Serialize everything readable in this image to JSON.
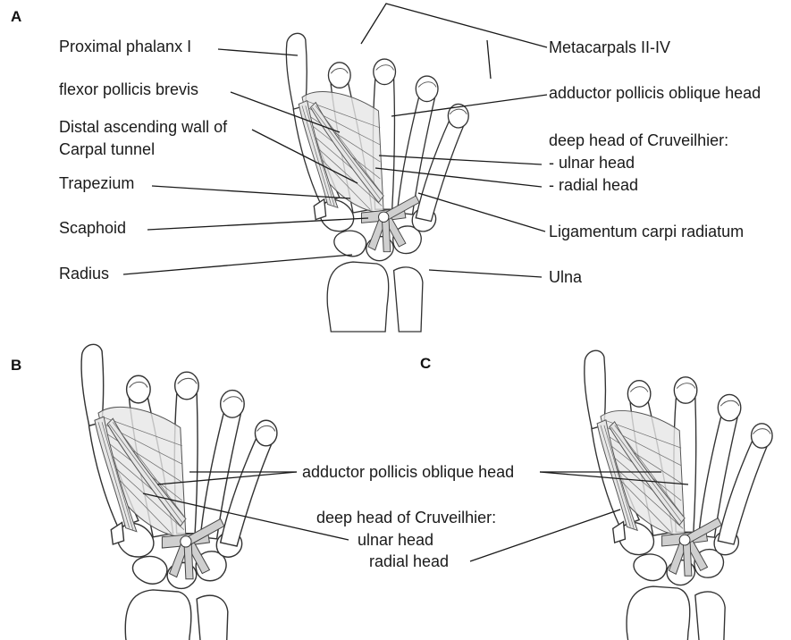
{
  "panels": {
    "a": {
      "letter": "A",
      "labels": {
        "proximal_phalanx": "Proximal phalanx I",
        "flexor_pollicis_brevis": "flexor pollicis brevis",
        "distal_wall_line1": "Distal ascending wall of",
        "distal_wall_line2": "Carpal tunnel",
        "trapezium": "Trapezium",
        "scaphoid": "Scaphoid",
        "radius": "Radius",
        "metacarpals": "Metacarpals II-IV",
        "adductor_oblique": "adductor pollicis oblique head",
        "deep_head": "deep head of Cruveilhier:",
        "ulnar_head": "- ulnar head",
        "radial_head": "- radial head",
        "ligamentum": "Ligamentum carpi radiatum",
        "ulna": "Ulna"
      }
    },
    "b": {
      "letter": "B"
    },
    "c": {
      "letter": "C"
    },
    "shared": {
      "adductor_oblique": "adductor pollicis oblique head",
      "deep_head": "deep head of Cruveilhier:",
      "ulnar_head": "ulnar head",
      "radial_head": "radial head"
    }
  },
  "colors": {
    "line": "#1a1a1a",
    "bone_fill": "#ffffff",
    "muscle_fill": "#e6e6e6"
  }
}
